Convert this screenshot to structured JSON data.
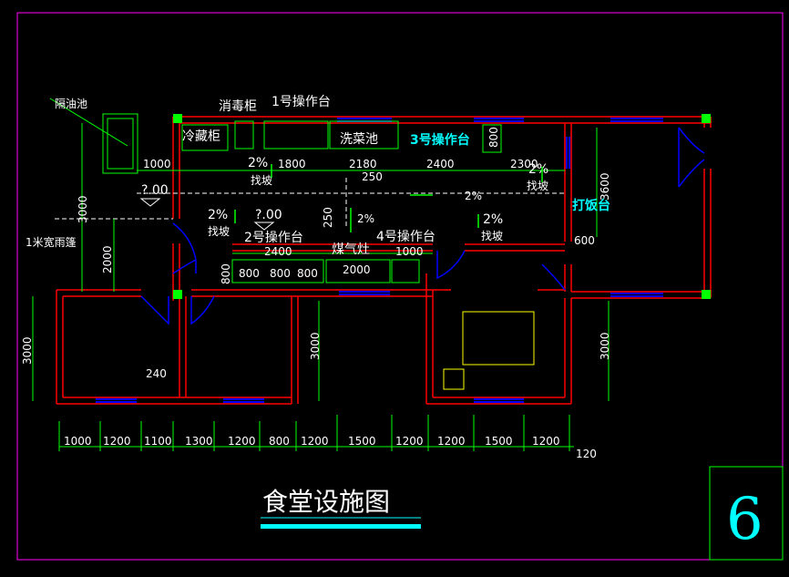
{
  "colors": {
    "background": "#000000",
    "border": "#ff00ff",
    "wall": "#ff0000",
    "dimension": "#00ff00",
    "window": "#0000ff",
    "accent": "#00ffff",
    "column": "#00ff00"
  },
  "labels": {
    "grease_trap": "隔油池",
    "disinfection_cabinet": "消毒柜",
    "workbench_1": "1号操作台",
    "fridge": "冷藏柜",
    "wash_sink": "洗菜池",
    "workbench_3": "3号操作台",
    "serving_counter": "打饭台",
    "canopy": "1米宽雨篷",
    "workbench_2": "2号操作台",
    "gas_stove": "煤气灶",
    "workbench_4": "4号操作台",
    "slope_label": "找坡",
    "slope_pct": "2%",
    "elevation": "?.00"
  },
  "dimensions": {
    "top_row": [
      "1000",
      "1800",
      "2180",
      "250",
      "2400",
      "2300"
    ],
    "right_side": [
      "3600",
      "600"
    ],
    "left_side": [
      "3000",
      "2000",
      "3000"
    ],
    "inner": [
      "2400",
      "800",
      "800",
      "800",
      "2000",
      "1000",
      "250",
      "800",
      "800",
      "240",
      "3000",
      "3000"
    ],
    "bottom_row": [
      "1000",
      "1200",
      "1100",
      "1300",
      "1200",
      "800",
      "1200",
      "1500",
      "1200",
      "1200",
      "1500",
      "1200"
    ],
    "bottom_extra": "120"
  },
  "title": "食堂设施图",
  "sheet_number": "6"
}
